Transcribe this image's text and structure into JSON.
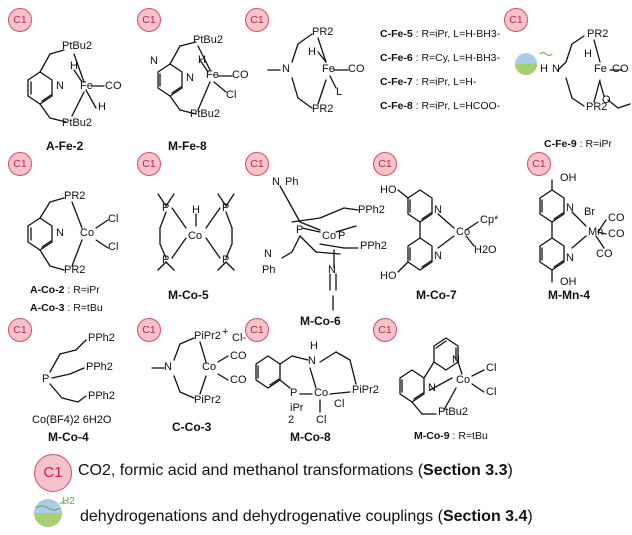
{
  "badge_label": "C1",
  "compounds": {
    "a_fe_2": {
      "label": "A-Fe-2",
      "atoms": [
        "PtBu2",
        "N",
        "Fe",
        "CO",
        "H",
        "H",
        "PtBu2"
      ]
    },
    "m_fe_8": {
      "label": "M-Fe-8",
      "atoms": [
        "PtBu2",
        "N",
        "N",
        "Fe",
        "CO",
        "Cl",
        "H",
        "PtBu2"
      ]
    },
    "c_fe": {
      "atoms": [
        "PR2",
        "N",
        "Fe",
        "CO",
        "H",
        "L",
        "PR2"
      ]
    },
    "c_fe_9": {
      "label": "C-Fe-9",
      "substituent": "R=iPr",
      "atoms": [
        "PR2",
        "H",
        "N",
        "Fe",
        "CO",
        "H",
        "O",
        "PR2"
      ]
    },
    "a_co": {
      "atoms": [
        "PR2",
        "N",
        "Co",
        "Cl",
        "Cl",
        "PR2"
      ],
      "variants": [
        {
          "label": "A-Co-2",
          "substituent": "R=iPr"
        },
        {
          "label": "A-Co-3",
          "substituent": "R=tBu"
        }
      ]
    },
    "m_co_5": {
      "label": "M-Co-5",
      "atoms": [
        "P",
        "P",
        "Co",
        "H",
        "P",
        "P"
      ]
    },
    "m_co_6": {
      "label": "M-Co-6",
      "atoms": [
        "N",
        "Ph",
        "P",
        "Co",
        "PPh2",
        "PPh2",
        "P",
        "N",
        "Ph",
        "N"
      ]
    },
    "m_co_7": {
      "label": "M-Co-7",
      "atoms": [
        "HO",
        "N",
        "Co",
        "Cp*",
        "H2O",
        "N",
        "HO"
      ]
    },
    "m_mn_4": {
      "label": "M-Mn-4",
      "atoms": [
        "OH",
        "N",
        "Br",
        "Mn",
        "CO",
        "CO",
        "CO",
        "N",
        "OH"
      ]
    },
    "m_co_4": {
      "label": "M-Co-4",
      "salt": "Co(BF4)2 6H2O",
      "atoms": [
        "PPh2",
        "PPh2",
        "P",
        "PPh2"
      ]
    },
    "c_co_3": {
      "label": "C-Co-3",
      "atoms": [
        "PiPr2",
        "N",
        "Co",
        "CO",
        "CO",
        "PiPr2",
        "+",
        "Cl-"
      ]
    },
    "m_co_8": {
      "label": "M-Co-8",
      "atoms": [
        "H",
        "N",
        "P",
        "Co",
        "PiPr2",
        "iPr",
        "2",
        "Cl",
        "Cl"
      ]
    },
    "m_co_9": {
      "label": "M-Co-9",
      "substituent": "R=tBu",
      "atoms": [
        "N",
        "N",
        "Co",
        "Cl",
        "Cl",
        "PtBu2"
      ]
    }
  },
  "c_fe_variants": [
    {
      "label": "C-Fe-5",
      "sep": " : ",
      "value": "R=iPr, L=H-BH3-"
    },
    {
      "label": "C-Fe-6",
      "sep": " : ",
      "value": "R=Cy, L=H-BH3-"
    },
    {
      "label": "C-Fe-7",
      "sep": " : ",
      "value": "R=iPr, L=H-"
    },
    {
      "label": "C-Fe-8",
      "sep": " : ",
      "value": "R=iPr, L=HCOO-"
    }
  ],
  "legend": {
    "c1": {
      "text": "CO2, formic acid and methanol transformations (",
      "section": "Section 3.3",
      "close": ")"
    },
    "dehydro": {
      "icon_text": "H2",
      "text": " dehydrogenations and dehydrogenative couplings (",
      "section": "Section 3.4",
      "close": ")"
    }
  },
  "colors": {
    "badge_fill": "#f4c3cb",
    "badge_border": "#d94b60",
    "badge_text": "#c4233a",
    "dehydro_blue": "#a9cde8",
    "dehydro_green": "#a5cf72",
    "h2_green": "#58b343"
  }
}
